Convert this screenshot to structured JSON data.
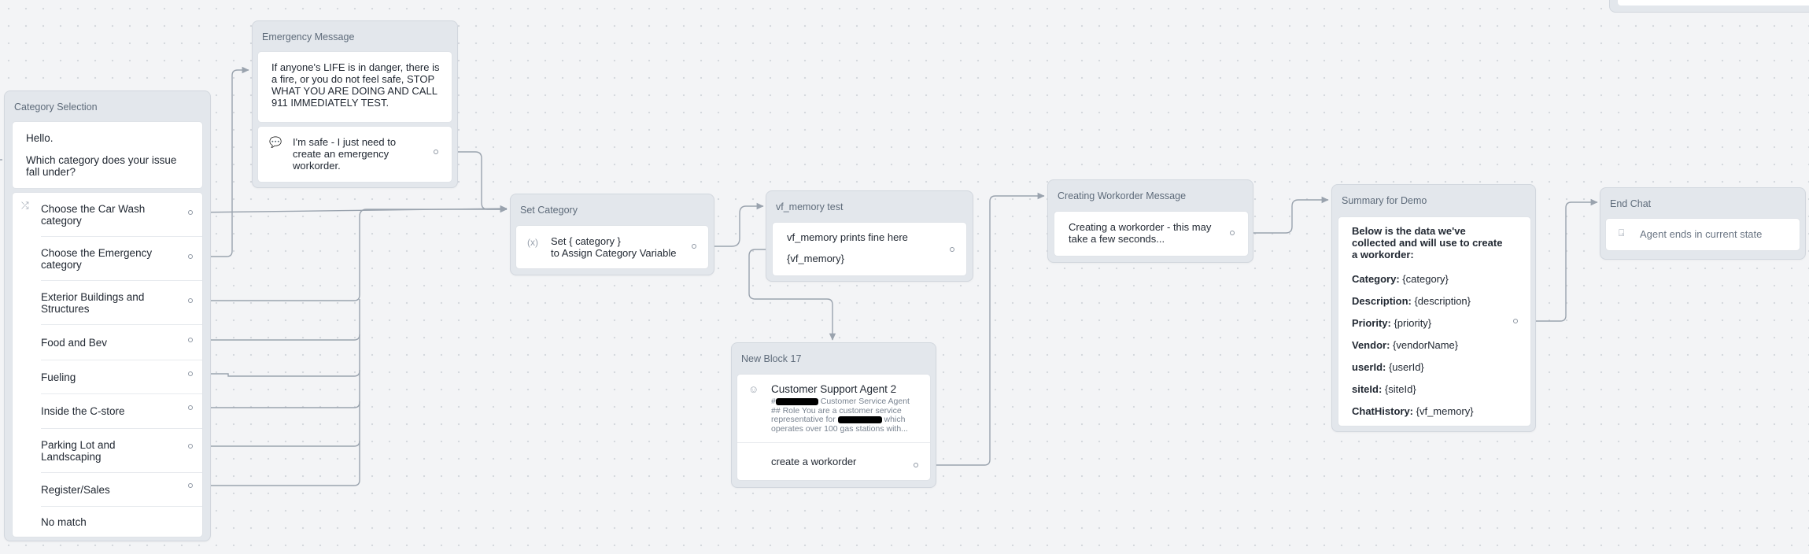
{
  "category_selection": {
    "title": "Category Selection",
    "greeting": "Hello.",
    "question": "Which category does your issue fall under?",
    "choices": [
      "Choose the Car Wash category",
      "Choose the Emergency category",
      "Exterior Buildings and Structures",
      "Food and Bev",
      "Fueling",
      "Inside the C-store",
      "Parking Lot and Landscaping",
      "Register/Sales",
      "No match"
    ]
  },
  "emergency_message": {
    "title": "Emergency Message",
    "text": "If anyone's LIFE is in danger, there is a fire, or you do not feel safe, STOP WHAT YOU ARE DOING AND CALL 911 IMMEDIATELY TEST.",
    "button": "I'm safe - I just need to create an emergency workorder."
  },
  "set_category": {
    "title": "Set Category",
    "line1": "Set { category }",
    "line2": "to Assign Category Variable"
  },
  "vf_memory_test": {
    "title": "vf_memory test",
    "line1": "vf_memory prints fine here",
    "line2": "{vf_memory}"
  },
  "new_block": {
    "title": "New Block 17",
    "agent_name": "Customer Support Agent 2",
    "desc_a": "#",
    "desc_b": " Customer Service Agent",
    "desc_c": "## Role You are a customer service representative for ",
    "desc_d": " which operates over 100 gas stations with...",
    "action": "create a workorder"
  },
  "creating_workorder": {
    "title": "Creating Workorder Message",
    "text": "Creating a workorder - this may take a few seconds..."
  },
  "summary": {
    "title": "Summary for Demo",
    "intro": "Below is the data we've collected and will use to create a workorder:",
    "rows": [
      {
        "label": "Category:",
        "value": " {category}"
      },
      {
        "label": "Description:",
        "value": " {description}"
      },
      {
        "label": "Priority:",
        "value": " {priority}"
      },
      {
        "label": "Vendor:",
        "value": " {vendorName}"
      },
      {
        "label": "userId:",
        "value": " {userId}"
      },
      {
        "label": "siteId:",
        "value": " {siteId}"
      },
      {
        "label": "ChatHistory:",
        "value": " {vf_memory}"
      }
    ]
  },
  "end_chat": {
    "title": "End Chat",
    "text": "Agent ends in current state"
  },
  "icons": [
    "shuffle-icon",
    "chat-bubble-icon",
    "variable-icon",
    "agent-icon",
    "exit-icon"
  ],
  "colors": {
    "canvas": "#f3f4f6",
    "block": "#e3e7ec",
    "wire": "#9aa3ae",
    "text": "#222933"
  }
}
